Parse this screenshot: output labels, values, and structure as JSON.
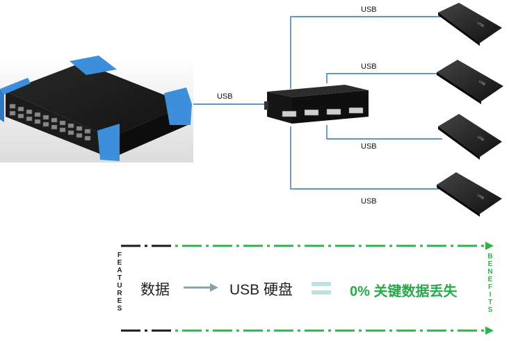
{
  "connections": {
    "main_label": "USB",
    "drive_labels": [
      "USB",
      "USB",
      "USB",
      "USB"
    ]
  },
  "flow": {
    "features_label": "FEATURES",
    "benefits_label": "BENEFITS",
    "step1": "数据",
    "step2": "USB 硬盘",
    "result": "0% 关键数据丢失"
  },
  "colors": {
    "line_blue": "#2f73b5",
    "recorder_blue": "#3d8fdc",
    "dash_green": "#2fb24a",
    "arrow_gray": "#8aa0a8",
    "equals": "#bfe0dc"
  }
}
